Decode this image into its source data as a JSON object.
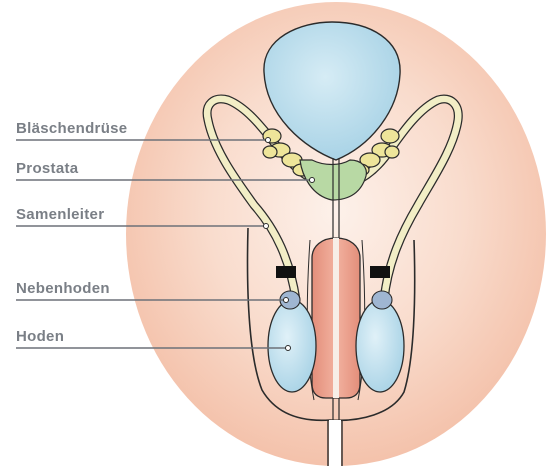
{
  "labels": {
    "blaeschendruese": "Bläschendrüse",
    "prostata": "Prostata",
    "samenleiter": "Samenleiter",
    "nebenhoden": "Nebenhoden",
    "hoden": "Hoden"
  },
  "colors": {
    "background_disc": "#f6c9b5",
    "disc_center": "#fdf1ea",
    "bladder": "#bfe0ee",
    "prostate": "#b8d9a4",
    "seminal_vesicle": "#eee59a",
    "vas_deferens": "#f2eec6",
    "penis_body": "#ec9f8c",
    "testis": "#c7e4f1",
    "epididymis": "#9fb6d2",
    "ligature": "#111111",
    "outline": "#2b2b2b",
    "label_text": "#7a7f86",
    "leader_line": "#6d7178"
  }
}
